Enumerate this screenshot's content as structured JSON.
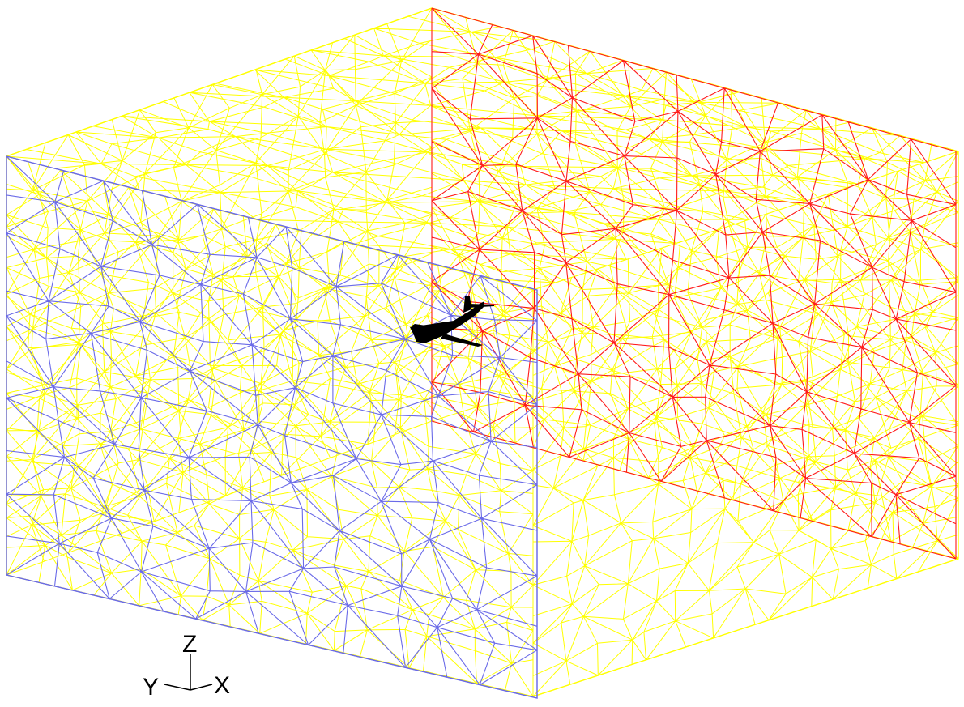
{
  "colors": {
    "background": "#ffffff",
    "outer_box_mesh": "#ffff00",
    "cut_plane_mesh": "#6a6ae8",
    "back_plane_mesh": "#ff1a1a",
    "aircraft": "#000000",
    "triad": "#000000"
  },
  "axes_triad": {
    "z_label": "Z",
    "y_label": "Y",
    "x_label": "X"
  }
}
